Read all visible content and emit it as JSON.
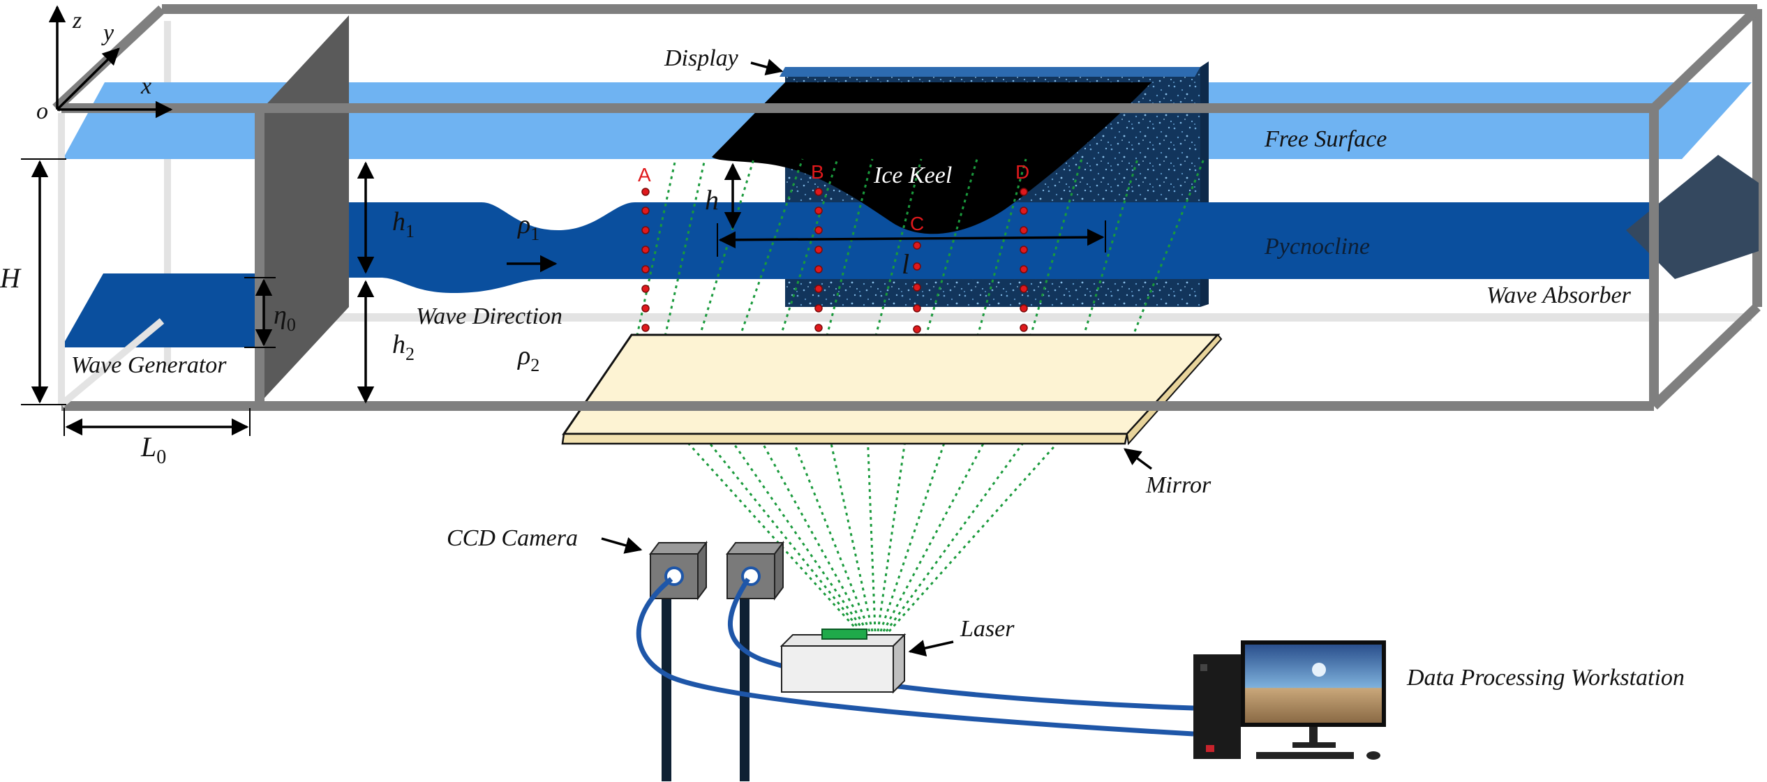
{
  "axes": {
    "z": "z",
    "y": "y",
    "x": "x",
    "origin": "o"
  },
  "labels": {
    "display": "Display",
    "free_surface": "Free Surface",
    "ice_keel": "Ice Keel",
    "pycnocline": "Pycnocline",
    "wave_absorber": "Wave Absorber",
    "wave_direction": "Wave Direction",
    "wave_generator": "Wave Generator",
    "mirror": "Mirror",
    "ccd_camera": "CCD Camera",
    "laser": "Laser",
    "workstation": "Data Processing Workstation"
  },
  "symbols": {
    "H": "H",
    "h1": "h",
    "h1_sub": "1",
    "h2": "h",
    "h2_sub": "2",
    "rho1": "ρ",
    "rho1_sub": "1",
    "rho2": "ρ",
    "rho2_sub": "2",
    "eta0": "η",
    "eta0_sub": "0",
    "L0": "L",
    "L0_sub": "0",
    "h": "h",
    "l": "l"
  },
  "probes": [
    "A",
    "B",
    "C",
    "D"
  ],
  "colors": {
    "frame": "#7f7f7f",
    "free_surface": "#6fb3f2",
    "pycnocline": "#0a4f9e",
    "ice_keel": "#000000",
    "display_panel": "#133a63",
    "mirror": "#fdf3d3",
    "laser_beam": "#1a9a3c",
    "probe": "#e0191c",
    "cable": "#1e56a8",
    "absorber": "#34485f"
  }
}
